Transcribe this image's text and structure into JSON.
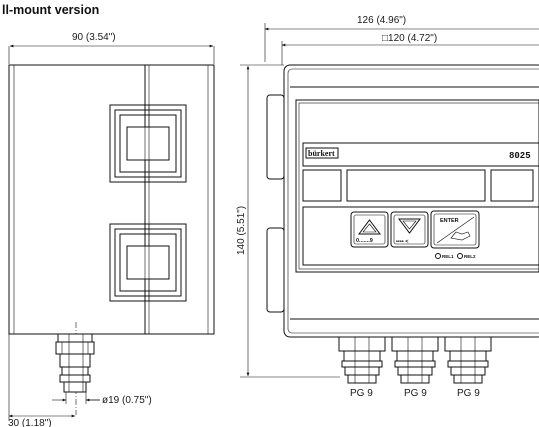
{
  "title": "ll-mount version",
  "side_view": {
    "width_label": "90 (3.54\")",
    "pipe_diameter_label": "ø19 (0.75\")",
    "bottom_label": "30 (1.18\")"
  },
  "front_view": {
    "overall_width_label": "126 (4.96\")",
    "square_label": "□120 (4.72\")",
    "height_label": "140 (5.51\")",
    "brand_label": "bürkert",
    "model_label": "8025",
    "enter_key_label": "ENTER",
    "up_key_label": "0.......9",
    "down_key_label": "•••• <",
    "relay_labels": [
      "REL1",
      "REL2"
    ],
    "gland_labels": [
      "PG 9",
      "PG 9",
      "PG 9"
    ]
  }
}
